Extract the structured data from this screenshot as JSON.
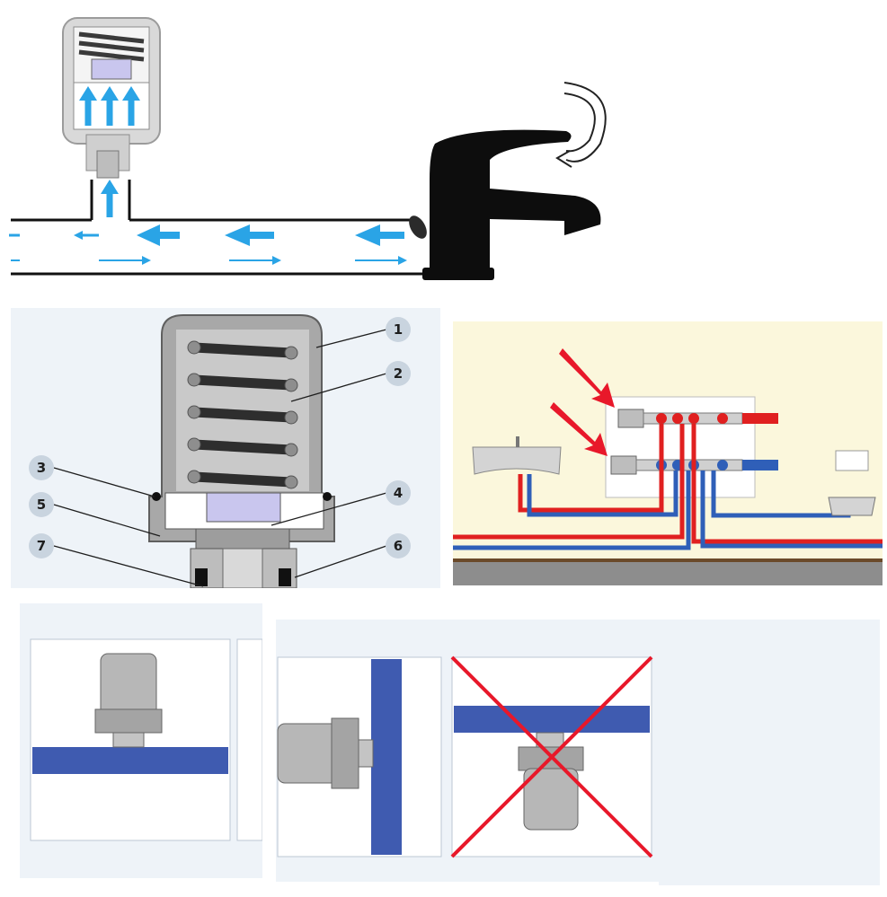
{
  "colors": {
    "flow_arrow": "#2aa4e6",
    "pipe_line": "#111111",
    "faucet": "#0d0d0d",
    "vent_body": "#cfcfcf",
    "cutaway_bg": "#eef3f8",
    "callout_bubble": "#c9d4df",
    "hot_pipe": "#e02020",
    "cold_pipe": "#2f5fb8",
    "manifold_bg": "#fbf7dc",
    "install_pipe": "#3f5bb0",
    "reject_cross": "#e8182a"
  },
  "icons": {
    "flow_arrows": "arrow-left-icon",
    "rotate_lever": "curved-arrow-icon",
    "highlight_arrows": "red-pointer-arrow-icon",
    "wrong_mark": "cross-icon"
  },
  "callouts": [
    "1",
    "2",
    "3",
    "4",
    "5",
    "6",
    "7"
  ]
}
